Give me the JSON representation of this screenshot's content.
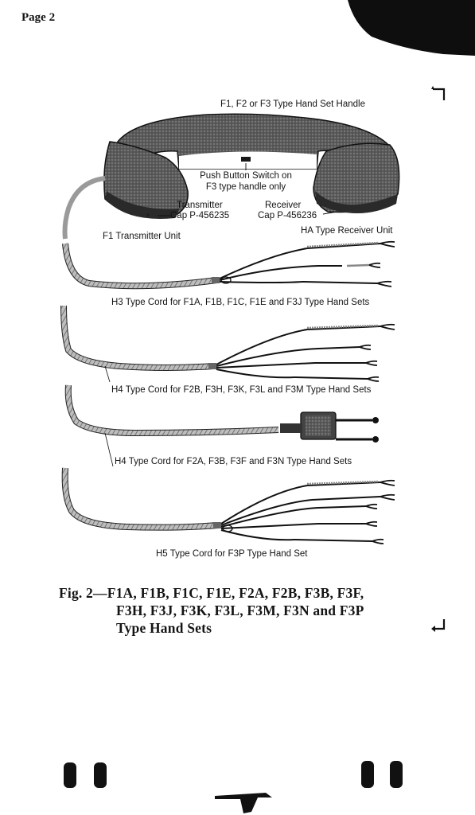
{
  "page": {
    "label": "Page 2"
  },
  "figure": {
    "handle_label": "F1, F2 or F3 Type Hand Set Handle",
    "push_button_label_line1": "Push Button Switch on",
    "push_button_label_line2": "F3 type handle only",
    "transmitter_label": "Transmitter",
    "transmitter_cap_label": "Cap P-456235",
    "receiver_label": "Receiver",
    "receiver_cap_label": "Cap P-456236",
    "transmitter_unit_label": "F1 Transmitter Unit",
    "receiver_unit_label": "HA Type Receiver Unit",
    "cords": [
      {
        "label": "H3 Type Cord for F1A, F1B, F1C, F1E and F3J Type Hand Sets"
      },
      {
        "label": "H4 Type Cord for F2B, F3H, F3K, F3L and F3M Type Hand Sets"
      },
      {
        "label": "H4 Type Cord for F2A, F3B, F3F and F3N Type Hand Sets"
      },
      {
        "label": "H5 Type Cord for F3P Type Hand Set"
      }
    ]
  },
  "caption": {
    "line1": "Fig. 2—F1A, F1B, F1C, F1E, F2A, F2B, F3B, F3F,",
    "line2": "F3H, F3J, F3K, F3L, F3M, F3N and F3P",
    "line3": "Type Hand Sets"
  }
}
